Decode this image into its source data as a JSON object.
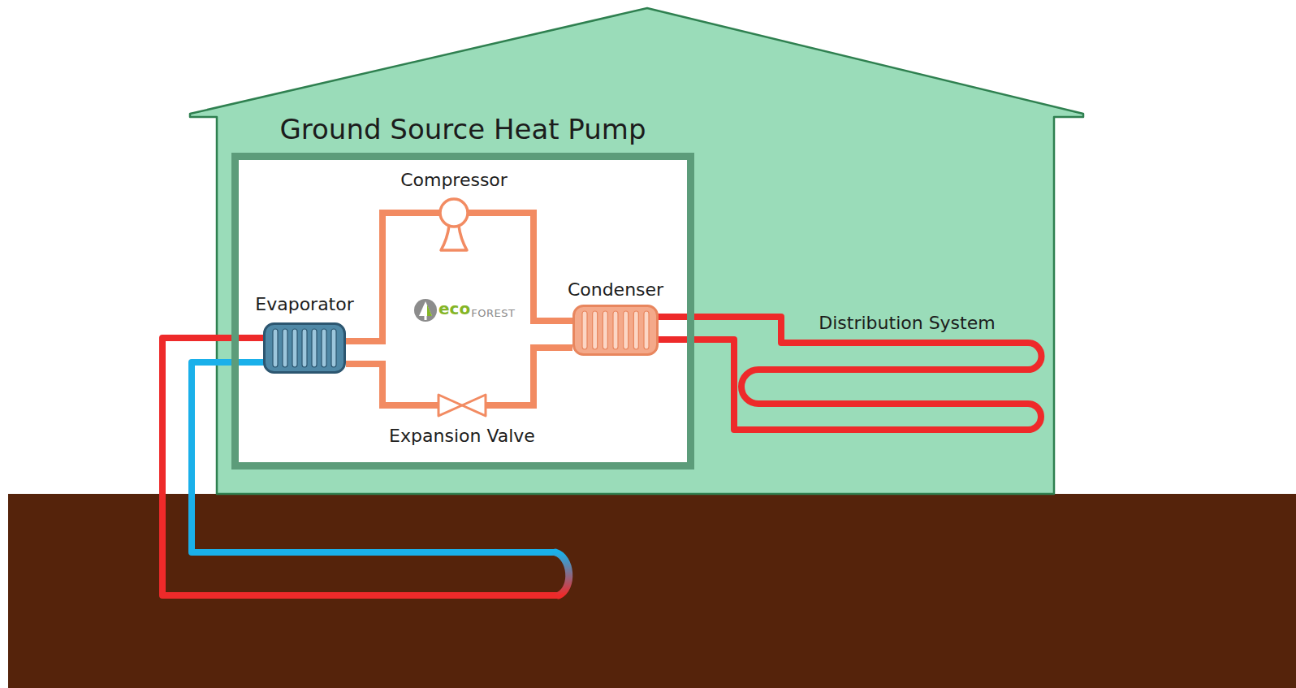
{
  "diagram": {
    "nodes": [
      {
        "text": [
          "Ground Source Heat Pump"
        ]
      },
      {
        "text": [
          "Evaporator"
        ],
        "in": 0
      },
      {
        "text": [
          "Compressor"
        ],
        "in": 0
      },
      {
        "text": [
          "Condenser"
        ],
        "in": 0
      },
      {
        "text": [
          "Expansion Valve"
        ],
        "in": 0
      }
    ],
    "edges": [
      {
        "from": 1,
        "to": 2,
        "arrow": "none"
      },
      {
        "from": 2,
        "to": 3,
        "arrow": "none"
      },
      {
        "from": 3,
        "to": 4,
        "arrow": "none"
      },
      {
        "from": 4,
        "to": 1,
        "arrow": "none"
      }
    ],
    "labels": [
      "Distribution System",
      "eco",
      "FOREST"
    ]
  }
}
